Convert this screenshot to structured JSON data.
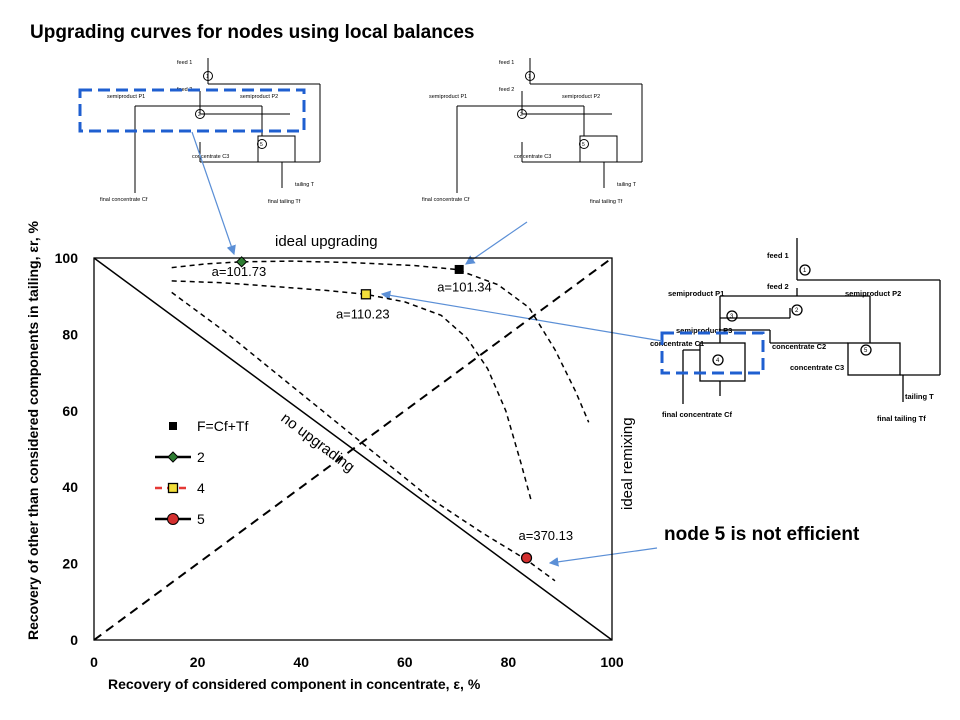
{
  "slide": {
    "title": "Upgrading curves for nodes  using local balances",
    "callout": "node 5 is not efficient"
  },
  "colors": {
    "highlight_box": "#1f5fd0",
    "arrow": "#5b8fd6",
    "node2_marker": "#2e7d32",
    "node4_marker": "#f2de3a",
    "node4_line": "#e53935",
    "node5_marker": "#d32f2f"
  },
  "small_diagram": {
    "feed1": "feed 1",
    "feed2": "feed 2",
    "sp1": "semiproduct P1",
    "sp2": "semiproduct P2",
    "conc3": "concentrate C3",
    "tailing": "tailing T",
    "final_conc": "final concentrate Cf",
    "final_tailing": "final tailing Tf",
    "node1": "1",
    "node2": "2",
    "node5": "5"
  },
  "large_diagram": {
    "feed1": "feed 1",
    "feed2": "feed 2",
    "sp1": "semiproduct P1",
    "sp2": "semiproduct P2",
    "sp3": "semiproduct P3",
    "conc1": "concentrate C1",
    "conc2": "concentrate C2",
    "conc3": "concentrate C3",
    "tailing": "tailing T",
    "final_conc": "final concentrate Cf",
    "final_tailing": "final tailing Tf",
    "node1": "1",
    "node2": "2",
    "node3": "3",
    "node4": "4",
    "node5": "5"
  },
  "chart_data": {
    "type": "line",
    "xlabel": "Recovery of considered component in concentrate, ε, %",
    "ylabel": "Recovery of other than considered components in tailing, εr, %",
    "xlim": [
      0,
      100
    ],
    "ylim": [
      0,
      100
    ],
    "xticks": [
      "0",
      "20",
      "40",
      "60",
      "80",
      "100"
    ],
    "yticks": [
      "0",
      "20",
      "40",
      "60",
      "80",
      "100"
    ],
    "grid": false,
    "legend_position": "left-middle",
    "legend": [
      {
        "label": "F=Cf+Tf",
        "marker": "square-black"
      },
      {
        "label": "2",
        "marker": "diamond-green"
      },
      {
        "label": "4",
        "marker": "square-yellow"
      },
      {
        "label": "5",
        "marker": "circle-red"
      }
    ],
    "annotations": {
      "ideal_upgrading": "ideal upgrading",
      "no_upgrading": "no upgrading",
      "ideal_remixing": "ideal remixing"
    },
    "reference_lines": [
      {
        "name": "no upgrading",
        "style": "solid",
        "x": [
          0,
          100
        ],
        "y": [
          100,
          0
        ]
      },
      {
        "name": "ideal remixing",
        "style": "dashed",
        "x": [
          0,
          100
        ],
        "y": [
          0,
          100
        ]
      }
    ],
    "series": [
      {
        "name": "2",
        "label": "a=101.73",
        "x": [
          15,
          22,
          28.5,
          38,
          50,
          62,
          70,
          78,
          84,
          89,
          93,
          95.5
        ],
        "y": [
          97.5,
          98.5,
          99,
          99.2,
          98.8,
          98,
          97,
          93,
          87,
          76,
          65,
          57
        ],
        "point": [
          28.5,
          99
        ]
      },
      {
        "name": "4",
        "label": "a=110.23",
        "x": [
          15,
          25,
          35,
          45,
          52.5,
          60,
          67,
          72,
          76,
          79.5,
          82.5,
          84.5
        ],
        "y": [
          94,
          93.5,
          92.5,
          91.5,
          90.5,
          88.5,
          85,
          79,
          71,
          60,
          46,
          36
        ],
        "point": [
          52.5,
          90.5
        ]
      },
      {
        "name": "5",
        "label": "a=370.13",
        "x": [
          15,
          25,
          35,
          45,
          55,
          65,
          75,
          83.5,
          89
        ],
        "y": [
          91,
          81,
          70,
          59,
          48,
          37,
          28,
          21,
          15.5
        ],
        "point": [
          83.5,
          21.5
        ]
      },
      {
        "name": "F=Cf+Tf",
        "label": "a=101.34",
        "point": [
          70.5,
          97
        ]
      }
    ]
  }
}
